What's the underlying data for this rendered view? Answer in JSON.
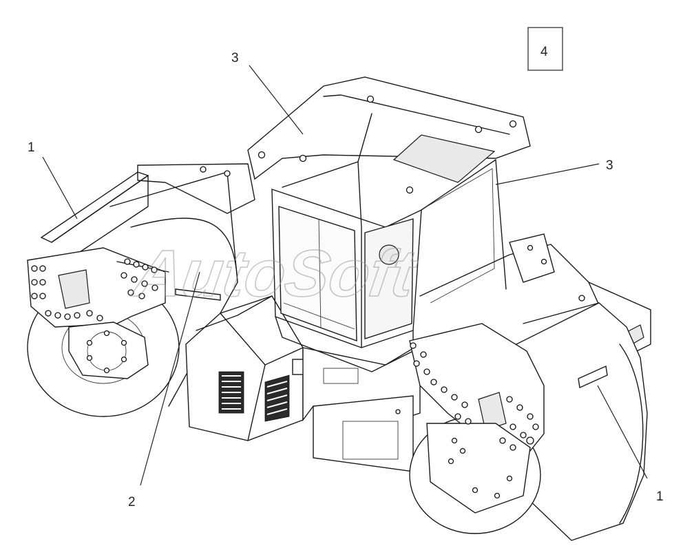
{
  "figure": {
    "sheet_number": "4",
    "watermark": "AutoSoft",
    "callouts": [
      {
        "id": "top-left",
        "label": "1"
      },
      {
        "id": "bottom-right",
        "label": "1"
      },
      {
        "id": "bottom-left",
        "label": "2"
      },
      {
        "id": "top-center",
        "label": "3"
      },
      {
        "id": "right",
        "label": "3"
      }
    ]
  }
}
